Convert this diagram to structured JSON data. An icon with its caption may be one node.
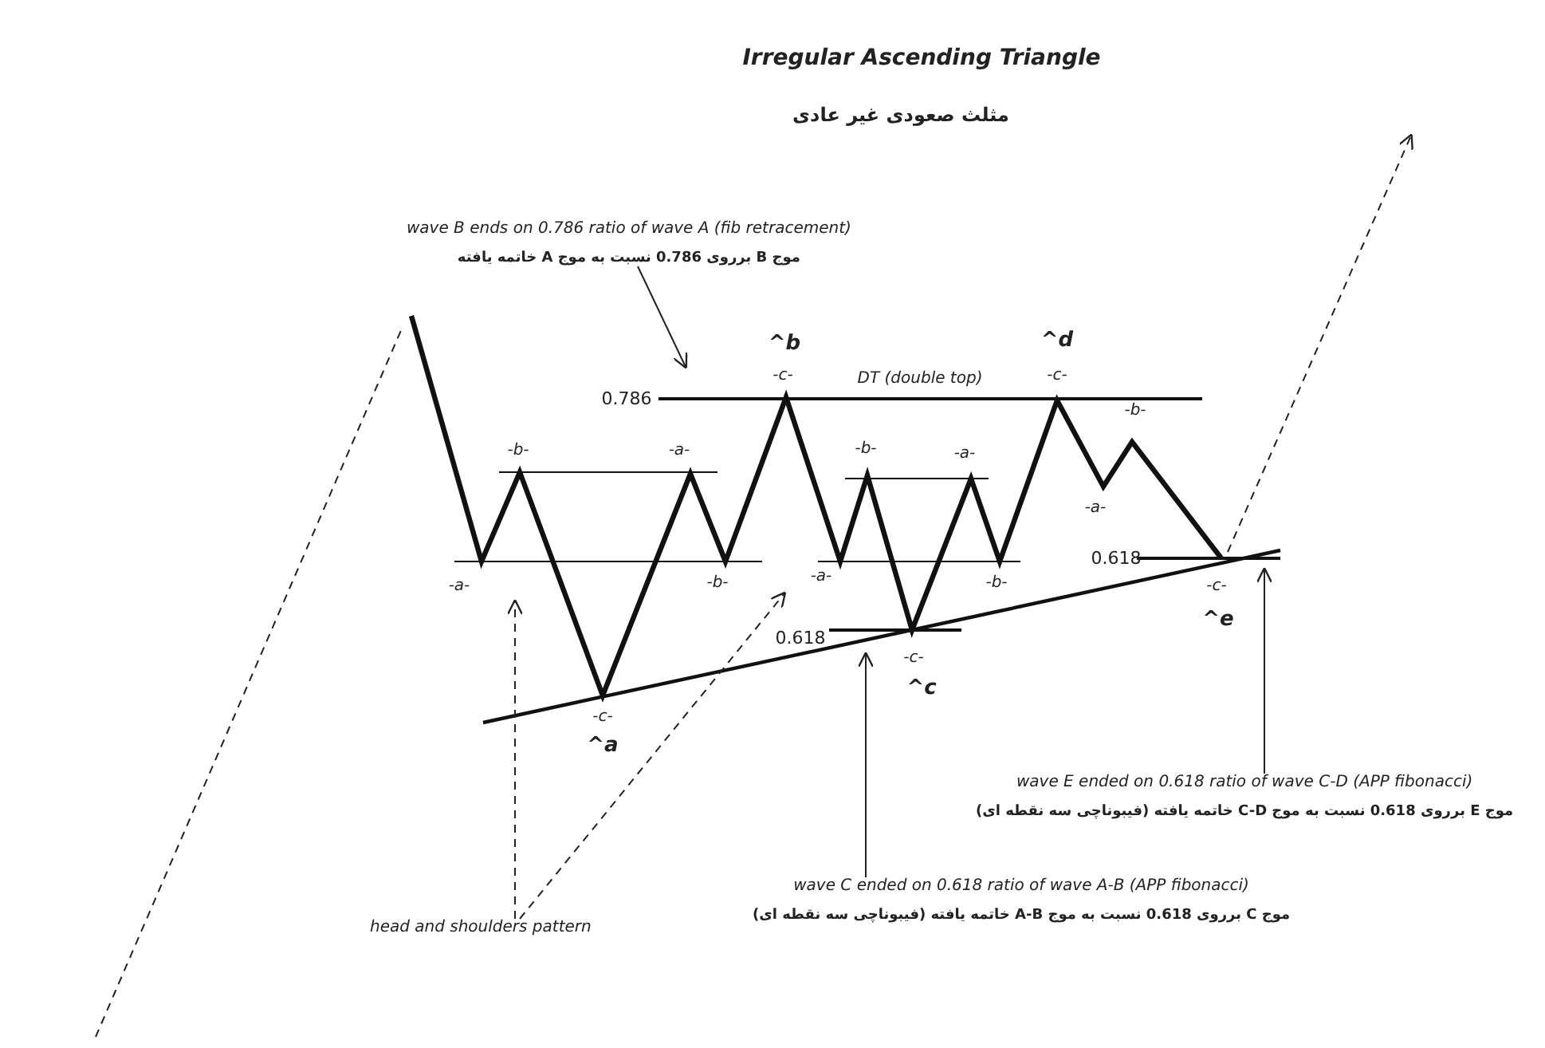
{
  "diagram": {
    "title": "Irregular Ascending Triangle",
    "nodes": [
      {
        "text": [
          "wave B ends on 0.786 ratio of wave A (fib retracement)",
          "موج B برروی 0.786 نسبت به موج A خاتمه یافته"
        ]
      },
      {
        "text": [
          "wave C ended on 0.618 ratio of wave A-B (APP fibonacci)",
          "موج C برروی 0.618 نسبت به موج A-B خاتمه یافته (فیبوناچی سه نقطه ای)"
        ]
      },
      {
        "text": [
          "wave E ended on 0.618 ratio of wave C-D (APP fibonacci)",
          "موج E برروی 0.618 نسبت به موج C-D خاتمه یافته (فیبوناچی سه نقطه ای)"
        ]
      },
      {
        "text": [
          "head and shoulders pattern"
        ]
      }
    ],
    "edges": [
      {
        "from": 0,
        "to": null,
        "arrow": "to"
      },
      {
        "from": 1,
        "to": null,
        "arrow": "to"
      },
      {
        "from": 2,
        "to": null,
        "arrow": "to"
      },
      {
        "from": 3,
        "to": null,
        "arrow": "to",
        "style": "dashed"
      },
      {
        "from": 3,
        "to": null,
        "arrow": "to",
        "style": "dashed"
      }
    ],
    "labels": [
      "مثلث صعودی غیر عادی",
      "^b",
      "^d",
      "-c-",
      "DT (double top)",
      "-c-",
      "0.786",
      "-b-",
      "-b-",
      "-a-",
      "-b-",
      "-a-",
      "-a-",
      "0.618",
      "-a-",
      "-b-",
      "-a-",
      "-b-",
      "-c-",
      "^e",
      "0.618",
      "-c-",
      "^c",
      "-c-",
      "^a"
    ]
  }
}
